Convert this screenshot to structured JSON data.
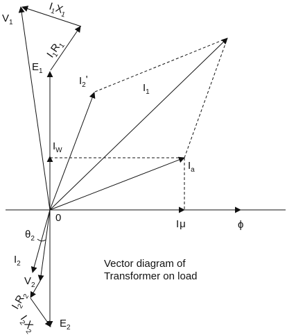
{
  "labels": {
    "v1_main": "V",
    "v1_sub": "1",
    "i1x1_i": "I",
    "i1x1_i_sub": "1",
    "i1x1_x": "X",
    "i1x1_x_sub": "1",
    "i1r1_i": "I",
    "i1r1_i_sub": "1",
    "i1r1_r": "R",
    "i1r1_r_sub": "1",
    "e1_main": "E",
    "e1_sub": "1",
    "i2p_main": "I",
    "i2p_sub": "2",
    "i2p_prime": "'",
    "i1_main": "I",
    "i1_sub": "1",
    "iw_main": "I",
    "iw_sub": "W",
    "ia_main": "I",
    "ia_sub": "a",
    "origin": "0",
    "imu_main": "I",
    "imu_sub": "μ",
    "phi": "ϕ",
    "theta_main": "θ",
    "theta_sub": "2",
    "i2_main": "I",
    "i2_sub": "2",
    "v2_main": "V",
    "v2_sub": "2",
    "i2r2_i": "I",
    "i2r2_i_sub": "2",
    "i2r2_r": "R",
    "i2r2_r_sub": "2",
    "i2x2_i": "I",
    "i2x2_i_sub": "2",
    "i2x2_x": "X",
    "i2x2_x_sub": "2",
    "e2_main": "E",
    "e2_sub": "2"
  },
  "caption": {
    "line1": "Vector diagram of",
    "line2": "Transformer on load"
  },
  "colors": {
    "ink": "#111111",
    "background": "#ffffff"
  }
}
